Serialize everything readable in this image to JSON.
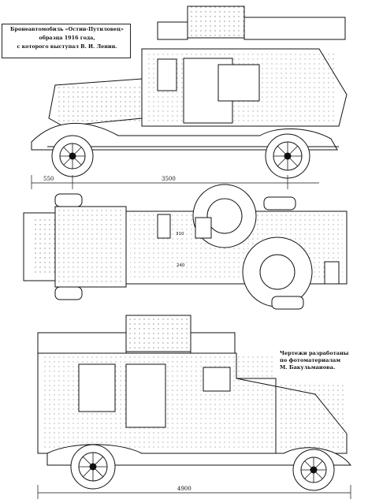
{
  "caption": {
    "lines": [
      "Бронеавтомобиль «Остин-Путиловец»",
      "образца 1916 года,",
      "с которого выступал В. И. Ленин."
    ]
  },
  "credit": {
    "lines": [
      "Чертежи разработаны",
      "по фотоматериалам",
      "М. Бакульманова."
    ]
  },
  "dimensions": {
    "front_overhang": "550",
    "wheelbase": "3500",
    "overall_length": "4900",
    "turret_note_1": "310",
    "turret_note_2": "240"
  },
  "colors": {
    "ink": "#111111",
    "paper": "#ffffff"
  }
}
